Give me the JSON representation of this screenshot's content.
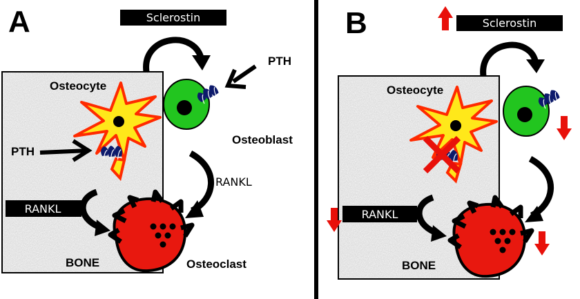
{
  "panel_a": {
    "letter": "A",
    "sclerostin": "Sclerostin",
    "osteocyte": "Osteocyte",
    "osteoblast": "Osteoblast",
    "pth_top": "PTH",
    "pth_left": "PTH",
    "rankl_mid": "RANKL",
    "rankl_box": "RANKL",
    "bone": "BONE",
    "osteoclast": "Osteoclast"
  },
  "panel_b": {
    "letter": "B",
    "sclerostin": "Sclerostin",
    "osteocyte": "Osteocyte",
    "rankl_box": "RANKL",
    "bone": "BONE"
  },
  "colors": {
    "osteoblast_green": "#22c51f",
    "osteocyte_yellow": "#ffe81a",
    "osteocyte_outline": "#ff2a00",
    "osteoclast_red": "#e8180f",
    "receptor_navy": "#0d1a6b",
    "indicator_red": "#e8100a",
    "bone_grey": "#d8d8d8"
  }
}
